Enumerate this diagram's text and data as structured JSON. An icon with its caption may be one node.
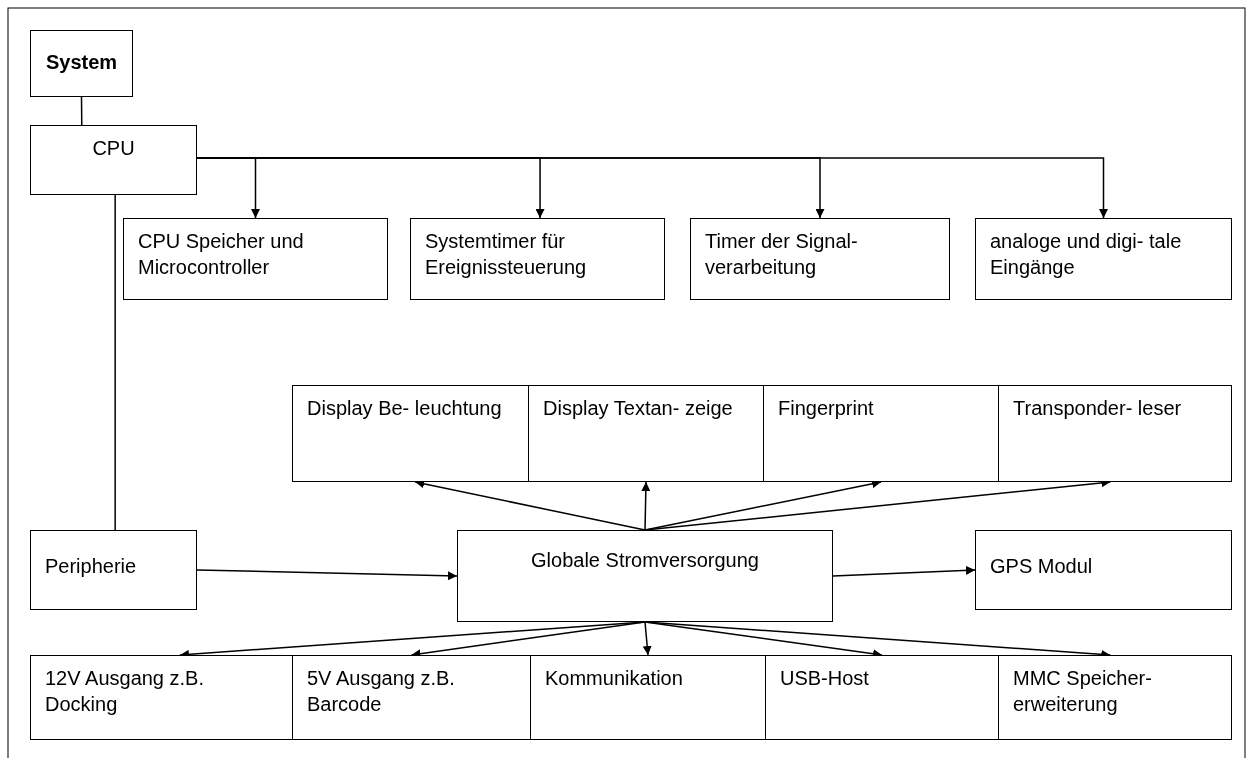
{
  "diagram": {
    "nodes": [
      {
        "text": [
          "System"
        ]
      },
      {
        "text": [
          "CPU"
        ]
      },
      {
        "text": [
          "CPU Speicher und Microcontroller"
        ]
      },
      {
        "text": [
          "Systemtimer für Ereignissteuerung"
        ]
      },
      {
        "text": [
          "Timer der Signal- verarbeitung"
        ]
      },
      {
        "text": [
          "analoge und digi- tale Eingänge"
        ]
      },
      {
        "text": [
          "Display Be- leuchtung"
        ]
      },
      {
        "text": [
          "Display Textan- zeige"
        ]
      },
      {
        "text": [
          "Fingerprint"
        ]
      },
      {
        "text": [
          "Transponder- leser"
        ]
      },
      {
        "text": [
          "Peripherie"
        ]
      },
      {
        "text": [
          "Globale Stromversorgung"
        ]
      },
      {
        "text": [
          "GPS Modul"
        ]
      },
      {
        "text": [
          "12V Ausgang z.B. Docking"
        ]
      },
      {
        "text": [
          "5V Ausgang z.B. Barcode"
        ]
      },
      {
        "text": [
          "Kommunikation"
        ]
      },
      {
        "text": [
          "USB-Host"
        ]
      },
      {
        "text": [
          "MMC Speicher- erweiterung"
        ]
      }
    ],
    "edges": [
      {
        "from": 0,
        "to": 1,
        "arrow": "none"
      },
      {
        "from": 1,
        "to": 2,
        "arrow": "to"
      },
      {
        "from": 1,
        "to": 3,
        "arrow": "to"
      },
      {
        "from": 1,
        "to": 4,
        "arrow": "to"
      },
      {
        "from": 1,
        "to": 5,
        "arrow": "to"
      },
      {
        "from": 1,
        "to": 10,
        "arrow": "none"
      },
      {
        "from": 10,
        "to": 11,
        "arrow": "to"
      },
      {
        "from": 11,
        "to": 12,
        "arrow": "to"
      },
      {
        "from": 11,
        "to": 6,
        "arrow": "to"
      },
      {
        "from": 11,
        "to": 7,
        "arrow": "to"
      },
      {
        "from": 11,
        "to": 8,
        "arrow": "to"
      },
      {
        "from": 11,
        "to": 9,
        "arrow": "to"
      },
      {
        "from": 11,
        "to": 13,
        "arrow": "to"
      },
      {
        "from": 11,
        "to": 14,
        "arrow": "to"
      },
      {
        "from": 11,
        "to": 15,
        "arrow": "to"
      },
      {
        "from": 11,
        "to": 16,
        "arrow": "to"
      },
      {
        "from": 11,
        "to": 17,
        "arrow": "to"
      }
    ]
  }
}
